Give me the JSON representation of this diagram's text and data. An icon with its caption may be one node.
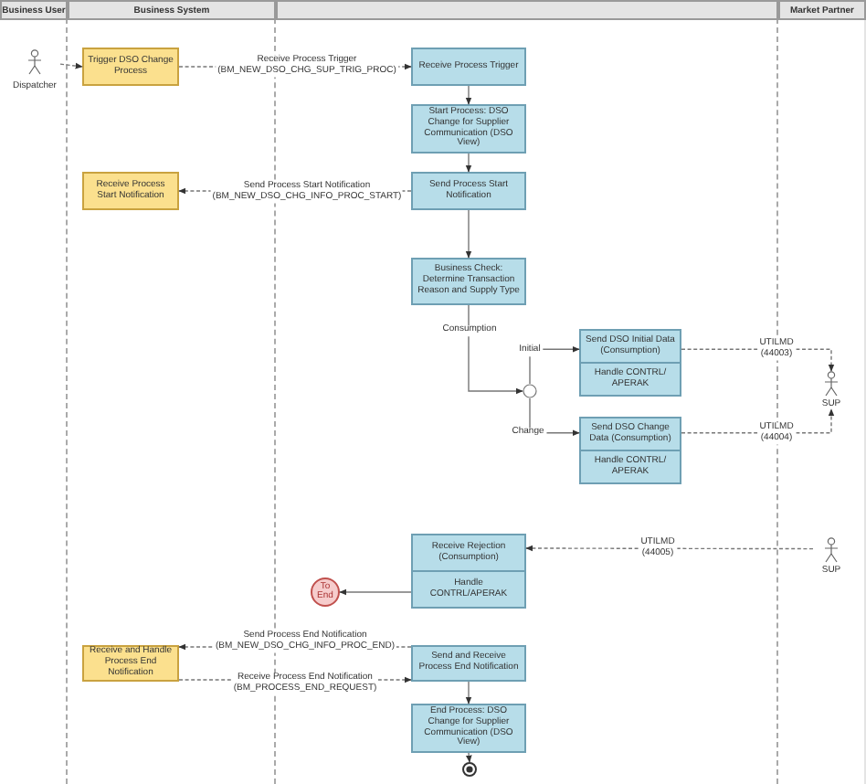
{
  "diagram": {
    "nodes": [
      {
        "text": [
          "Business User"
        ]
      },
      {
        "text": [
          "Business System"
        ]
      },
      {
        "text": [],
        "shape": "band"
      },
      {
        "text": [
          "Market Partner"
        ]
      },
      {
        "text": [
          "Dispatcher"
        ],
        "in": 0
      },
      {
        "text": [
          "Trigger DSO Change Process"
        ],
        "in": 1
      },
      {
        "text": [
          "Receive Process Start Notification"
        ],
        "in": 1
      },
      {
        "text": [
          "Receive and Handle Process End Notification"
        ],
        "in": 1
      },
      {
        "text": [
          "Receive Process Trigger"
        ],
        "in": 2
      },
      {
        "text": [
          "Start Process: DSO Change for Supplier Communication (DSO View)"
        ],
        "in": 2
      },
      {
        "text": [
          "Send Process Start Notification"
        ],
        "in": 2
      },
      {
        "text": [
          "Business Check: Determine Transaction Reason and Supply Type"
        ],
        "in": 2
      },
      {
        "text": [],
        "shape": "circle",
        "in": 2
      },
      {
        "text": [
          "Send DSO Initial Data (Consumption)",
          "Handle CONTRL/ APERAK"
        ],
        "in": 2
      },
      {
        "text": [
          "Send DSO Change Data (Consumption)",
          "Handle CONTRL/ APERAK"
        ],
        "in": 2
      },
      {
        "text": [
          "SUP"
        ],
        "in": 3
      },
      {
        "text": [
          "Receive Rejection (Consumption)",
          "Handle CONTRL/APERAK"
        ],
        "in": 2
      },
      {
        "text": [
          "SUP"
        ],
        "in": 3
      },
      {
        "text": [
          "To End"
        ],
        "in": 2
      },
      {
        "text": [
          "Send and Receive Process End Notification"
        ],
        "in": 2
      },
      {
        "text": [
          "End Process: DSO Change for Supplier Communication (DSO View)"
        ],
        "in": 2
      },
      {
        "text": [],
        "shape": "circle",
        "in": 2
      }
    ],
    "edges": [
      {
        "from": 4,
        "to": 5,
        "arrow": "to",
        "style": "dashed"
      },
      {
        "from": 5,
        "to": 8,
        "arrow": "to",
        "style": "dashed",
        "label": "Receive Process Trigger (BM_NEW_DSO_CHG_SUP_TRIG_PROC)"
      },
      {
        "from": 8,
        "to": 9,
        "arrow": "to"
      },
      {
        "from": 9,
        "to": 10,
        "arrow": "to"
      },
      {
        "from": 10,
        "to": 6,
        "arrow": "to",
        "style": "dashed",
        "label": "Send Process Start Notification (BM_NEW_DSO_CHG_INFO_PROC_START)"
      },
      {
        "from": 10,
        "to": 11,
        "arrow": "to"
      },
      {
        "from": 11,
        "to": 12,
        "arrow": "to",
        "label": "Consumption"
      },
      {
        "from": 12,
        "to": 13,
        "arrow": "to",
        "label": "Initial"
      },
      {
        "from": 12,
        "to": 14,
        "arrow": "to",
        "label": "Change"
      },
      {
        "from": 13,
        "to": 15,
        "arrow": "to",
        "style": "dashed",
        "label": "UTILMD (44003)"
      },
      {
        "from": 14,
        "to": 15,
        "arrow": "to",
        "style": "dashed",
        "label": "UTILMD (44004)"
      },
      {
        "from": 17,
        "to": 16,
        "arrow": "to",
        "style": "dashed",
        "label": "UTILMD (44005)"
      },
      {
        "from": 16,
        "to": 18,
        "arrow": "to"
      },
      {
        "from": 19,
        "to": 7,
        "arrow": "to",
        "style": "dashed",
        "label": "Send Process End Notification (BM_NEW_DSO_CHG_INFO_PROC_END)"
      },
      {
        "from": 7,
        "to": 19,
        "arrow": "to",
        "style": "dashed",
        "label": "Receive Process End Notification (BM_PROCESS_END_REQUEST)"
      },
      {
        "from": 19,
        "to": 20,
        "arrow": "to"
      },
      {
        "from": 20,
        "to": 21,
        "arrow": "to"
      }
    ]
  }
}
